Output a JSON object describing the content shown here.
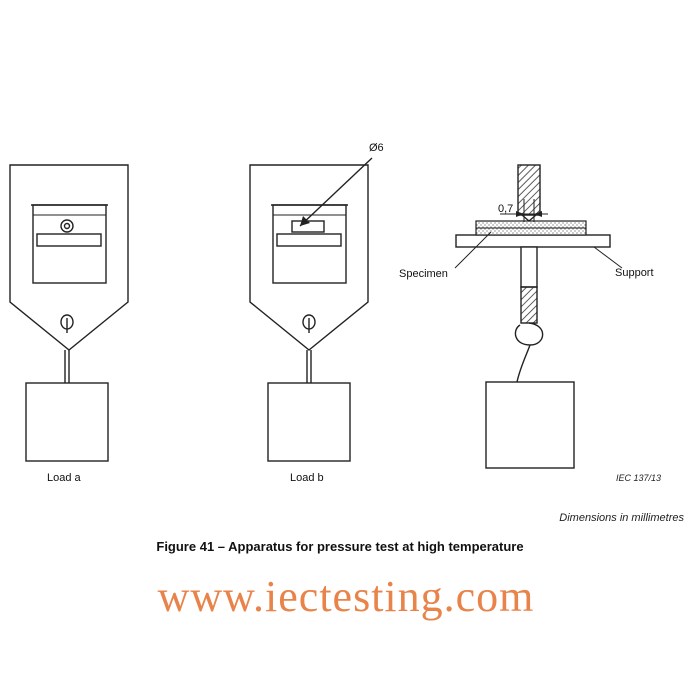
{
  "labels": {
    "load_a": "Load a",
    "load_b": "Load b",
    "diameter": "Ø6",
    "gap": "0,7",
    "specimen": "Specimen",
    "support": "Support",
    "reference": "IEC   137/13"
  },
  "note": "Dimensions in millimetres",
  "caption": "Figure 41 – Apparatus for pressure test at high temperature",
  "watermark": "www.iectesting.com",
  "colors": {
    "line": "#222222",
    "watermark": "#e8834a"
  }
}
